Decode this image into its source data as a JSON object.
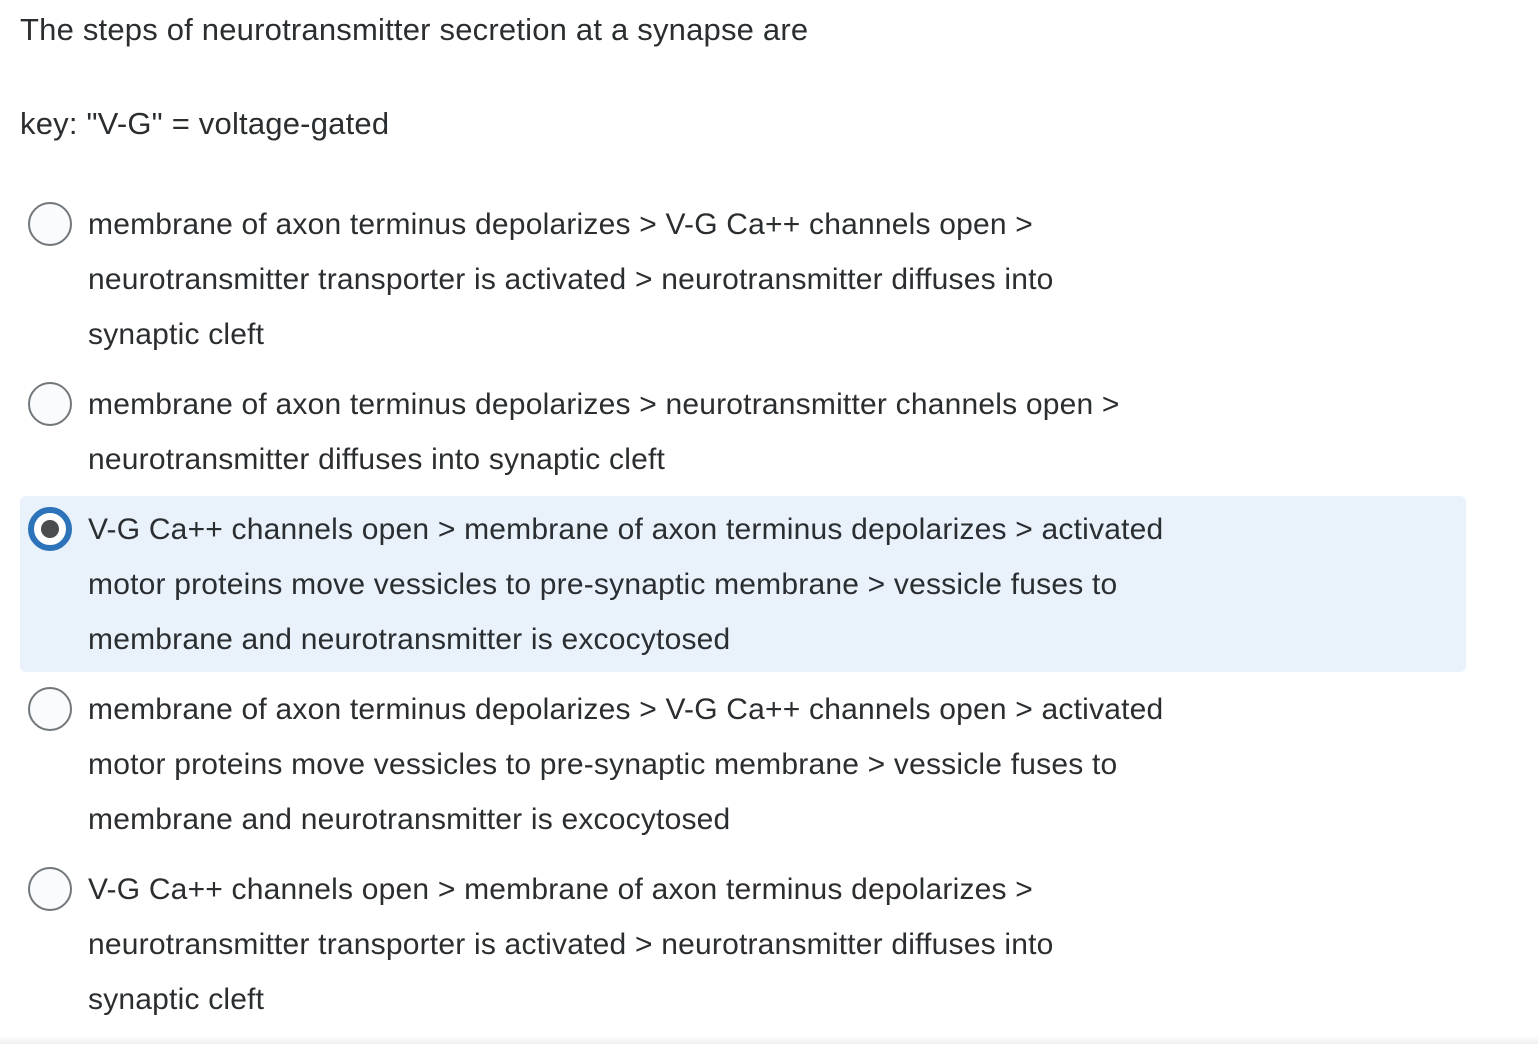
{
  "question": {
    "title": "The steps of neurotransmitter secretion at a synapse are",
    "key_note": "key: \"V-G\" = voltage-gated"
  },
  "options": [
    {
      "selected": false,
      "lines": [
        "membrane of axon terminus depolarizes > V-G Ca++ channels open >",
        "neurotransmitter transporter is activated > neurotransmitter diffuses into",
        "synaptic cleft"
      ]
    },
    {
      "selected": false,
      "lines": [
        "membrane of axon terminus depolarizes > neurotransmitter channels open >",
        "neurotransmitter diffuses into synaptic cleft"
      ]
    },
    {
      "selected": true,
      "lines": [
        "V-G Ca++ channels open > membrane of axon terminus depolarizes > activated",
        "motor proteins move vessicles to pre-synaptic membrane > vessicle fuses to",
        "membrane and neurotransmitter is excocytosed"
      ]
    },
    {
      "selected": false,
      "lines": [
        "membrane of axon terminus depolarizes > V-G Ca++ channels open > activated",
        "motor proteins move vessicles to pre-synaptic membrane > vessicle fuses to",
        "membrane and neurotransmitter is excocytosed"
      ]
    },
    {
      "selected": false,
      "lines": [
        "V-G Ca++ channels open > membrane of axon terminus depolarizes >",
        "neurotransmitter transporter is activated > neurotransmitter diffuses into",
        "synaptic cleft"
      ]
    }
  ],
  "colors": {
    "accent": "#2d73b9",
    "highlight": "#e9f1fb",
    "text": "#2b2e30",
    "radio_border": "#72777a",
    "radio_fill": "#f9fbfe",
    "radio_dot": "#4a4d50"
  }
}
